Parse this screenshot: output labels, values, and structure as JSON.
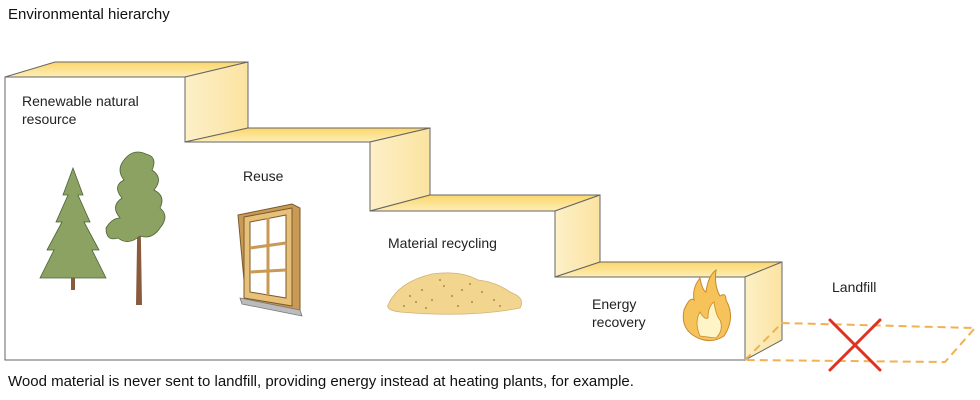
{
  "title": "Environmental hierarchy",
  "steps": [
    {
      "label_line1": "Renewable natural",
      "label_line2": "resource",
      "icon": "trees-icon"
    },
    {
      "label": "Reuse",
      "icon": "window-icon"
    },
    {
      "label": "Material recycling",
      "icon": "sawdust-pile-icon"
    },
    {
      "label_line1": "Energy",
      "label_line2": "recovery",
      "icon": "fire-icon"
    },
    {
      "label": "Landfill",
      "icon": "cross-icon"
    }
  ],
  "caption": "Wood material is never sent to landfill, providing energy instead at heating plants, for example.",
  "colors": {
    "top_face": "#fbe089",
    "riser_face": "#fdf0c8",
    "front_face": "#ffffff",
    "outline": "#666666",
    "tree_green": "#8ca262",
    "trunk": "#8a5a3c",
    "wood": "#e7c079",
    "sawdust": "#f2d690",
    "cross": "#e03020",
    "dashed_landfill": "#f2b050"
  }
}
